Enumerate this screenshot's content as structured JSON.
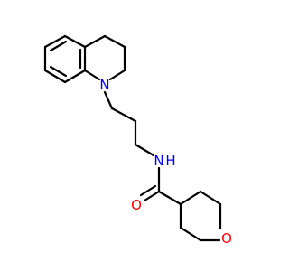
{
  "molecule": {
    "atoms": {
      "nitrogen_ring": {
        "symbol": "N"
      },
      "nitrogen_amide": {
        "symbol": "N"
      },
      "hydrogen_amide": {
        "symbol": "H"
      },
      "oxygen_carbonyl": {
        "symbol": "O"
      },
      "oxygen_ring": {
        "symbol": "O"
      }
    },
    "colors": {
      "carbon_bond": "#000000",
      "nitrogen": "#0000ff",
      "oxygen": "#ff0000"
    }
  }
}
